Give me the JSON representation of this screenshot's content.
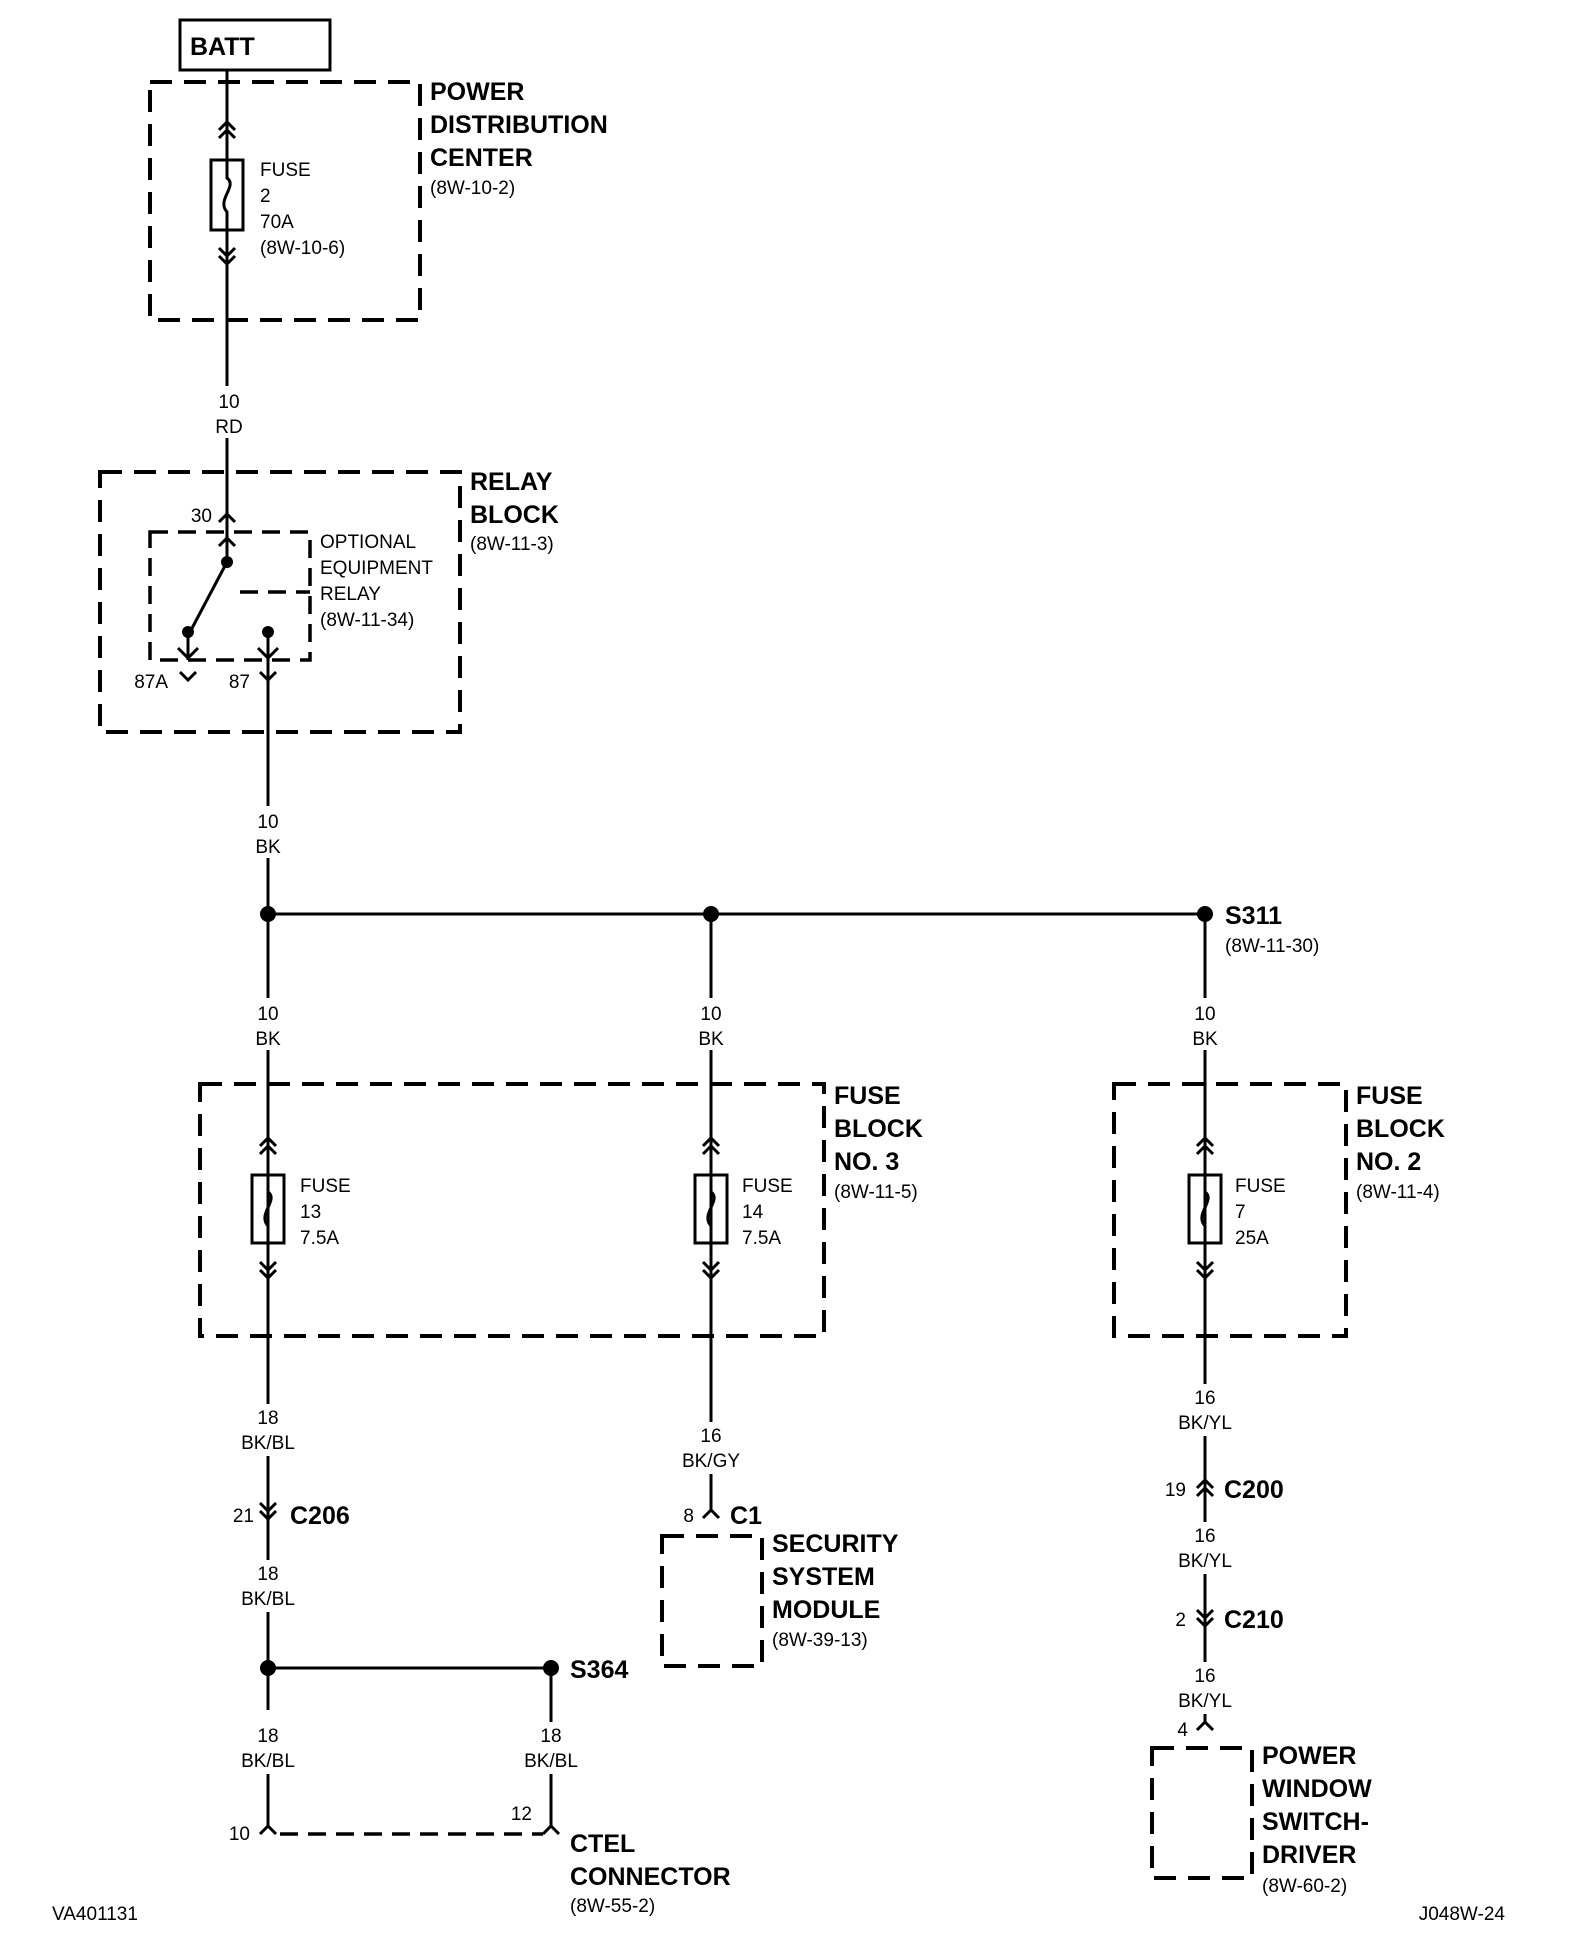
{
  "battery": {
    "label": "BATT"
  },
  "pdc": {
    "name_lines": [
      "POWER",
      "DISTRIBUTION",
      "CENTER"
    ],
    "ref": "(8W-10-2)",
    "fuse": {
      "label": "FUSE",
      "number": "2",
      "rating": "70A",
      "ref": "(8W-10-6)"
    }
  },
  "wire_pdc_relay": {
    "gauge": "10",
    "color": "RD"
  },
  "relay_block": {
    "name_lines": [
      "RELAY",
      "BLOCK"
    ],
    "ref": "(8W-11-3)",
    "relay_lines": [
      "OPTIONAL",
      "EQUIPMENT",
      "RELAY",
      "(8W-11-34)"
    ],
    "pin_30": "30",
    "pin_87a": "87A",
    "pin_87": "87"
  },
  "wire_relay_out": {
    "gauge": "10",
    "color": "BK"
  },
  "splice_s311": {
    "label": "S311",
    "ref": "(8W-11-30)"
  },
  "wire_to_fuse13": {
    "gauge": "10",
    "color": "BK"
  },
  "wire_to_fuse14": {
    "gauge": "10",
    "color": "BK"
  },
  "wire_to_fuse7": {
    "gauge": "10",
    "color": "BK"
  },
  "fuse_block_3": {
    "name_lines": [
      "FUSE",
      "BLOCK",
      "NO. 3"
    ],
    "ref": "(8W-11-5)",
    "fuse13": {
      "label": "FUSE",
      "number": "13",
      "rating": "7.5A"
    },
    "fuse14": {
      "label": "FUSE",
      "number": "14",
      "rating": "7.5A"
    }
  },
  "fuse_block_2": {
    "name_lines": [
      "FUSE",
      "BLOCK",
      "NO. 2"
    ],
    "ref": "(8W-11-4)",
    "fuse7": {
      "label": "FUSE",
      "number": "7",
      "rating": "25A"
    }
  },
  "wire_f13_a": {
    "gauge": "18",
    "color": "BK/BL"
  },
  "c206": {
    "label": "C206",
    "pin": "21"
  },
  "wire_f13_b": {
    "gauge": "18",
    "color": "BK/BL"
  },
  "splice_s364": {
    "label": "S364"
  },
  "wire_ctel_10": {
    "gauge": "18",
    "color": "BK/BL"
  },
  "wire_ctel_12": {
    "gauge": "18",
    "color": "BK/BL"
  },
  "ctel": {
    "name_lines": [
      "CTEL",
      "CONNECTOR"
    ],
    "ref": "(8W-55-2)",
    "pin_a": "10",
    "pin_b": "12"
  },
  "wire_f14": {
    "gauge": "16",
    "color": "BK/GY"
  },
  "security": {
    "connector": "C1",
    "pin": "8",
    "name_lines": [
      "SECURITY",
      "SYSTEM",
      "MODULE"
    ],
    "ref": "(8W-39-13)"
  },
  "wire_f7_a": {
    "gauge": "16",
    "color": "BK/YL"
  },
  "c200": {
    "label": "C200",
    "pin": "19"
  },
  "wire_f7_b": {
    "gauge": "16",
    "color": "BK/YL"
  },
  "c210": {
    "label": "C210",
    "pin": "2"
  },
  "wire_f7_c": {
    "gauge": "16",
    "color": "BK/YL"
  },
  "window_switch": {
    "pin": "4",
    "name_lines": [
      "POWER",
      "WINDOW",
      "SWITCH-",
      "DRIVER"
    ],
    "ref": "(8W-60-2)"
  },
  "footer": {
    "left_code": "VA401131",
    "right_code": "J048W-24"
  }
}
